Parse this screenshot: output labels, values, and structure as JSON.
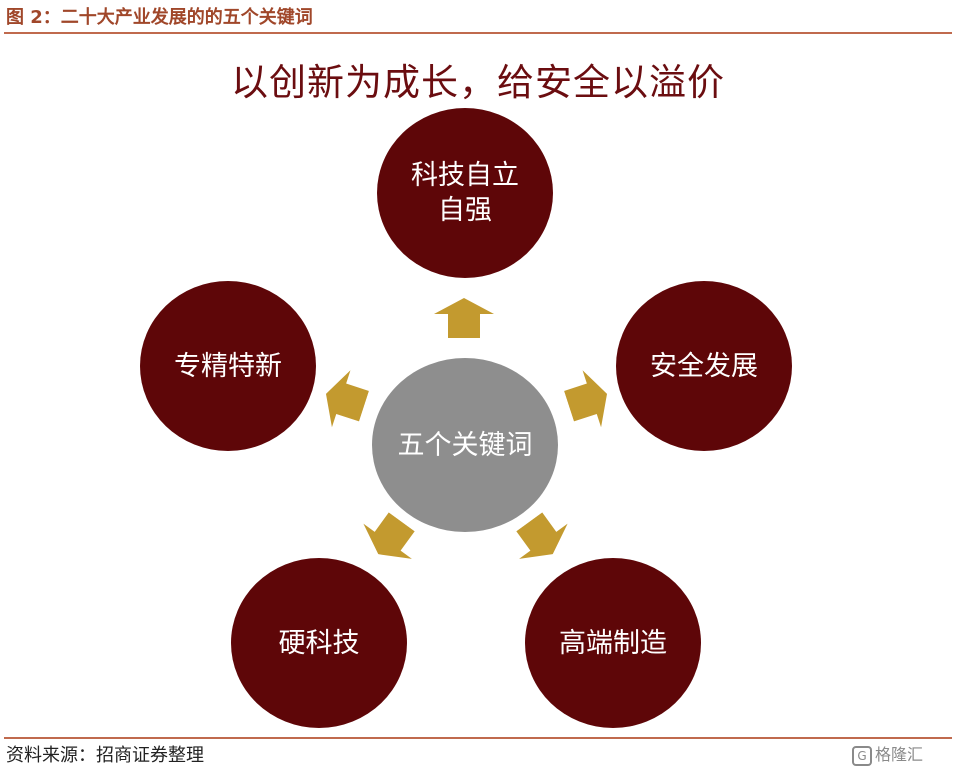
{
  "figure_title": "图 2：二十大产业发展的的五个关键词",
  "headline": "以创新为成长，给安全以溢价",
  "center": {
    "label": "五个关键词"
  },
  "nodes": [
    {
      "label": "科技自立自强"
    },
    {
      "label": "安全发展"
    },
    {
      "label": "高端制造"
    },
    {
      "label": "硬科技"
    },
    {
      "label": "专精特新"
    }
  ],
  "source": "资料来源：招商证券整理",
  "watermark": {
    "mark": "G",
    "text": "格隆汇"
  },
  "colors": {
    "node_fill": "#5e0608",
    "center_fill": "#8e8e8e",
    "arrow_fill": "#c39a2f",
    "title_color": "#a0472a",
    "headline_color": "#6b0d10",
    "rule_color": "#c06a4e"
  }
}
